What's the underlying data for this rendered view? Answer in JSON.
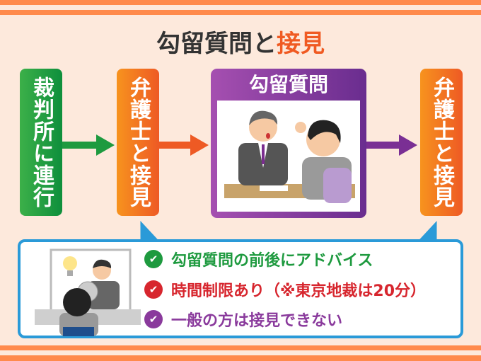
{
  "title": {
    "main": "勾留質問と",
    "highlight": "接見"
  },
  "flow": {
    "step1": "裁判所に連行",
    "step2": "弁護士と接見",
    "step3": "勾留質問",
    "step4": "弁護士と接見"
  },
  "notes": [
    {
      "text": "勾留質問の前後にアドバイス",
      "color": "#1e9a3f",
      "icon": "check-icon"
    },
    {
      "text": "時間制限あり（※東京地裁は20分）",
      "color": "#d7262e",
      "icon": "check-icon"
    },
    {
      "text": "一般の方は接見できない",
      "color": "#8a3a9c",
      "icon": "check-icon"
    }
  ],
  "colors": {
    "accent": "#f05a22",
    "green": "#0e8f3c",
    "purple": "#6a2d8f",
    "blue": "#2a9ad8"
  }
}
